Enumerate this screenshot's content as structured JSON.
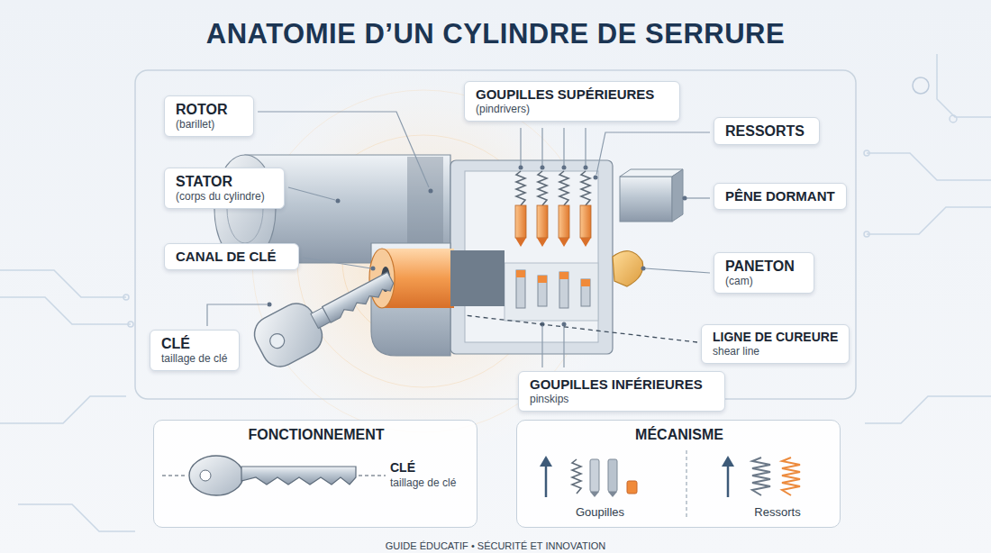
{
  "diagram": {
    "title": "ANATOMIE D’UN CYLINDRE DE SERRURE",
    "caption": "GUIDE ÉDUCATIF • SÉCURITÉ ET INNOVATION",
    "nodes": [
      {
        "text": [
          "ROTOR",
          "(barillet)"
        ]
      },
      {
        "text": [
          "STATOR",
          "(corps du cylindre)"
        ]
      },
      {
        "text": [
          "CANAL DE CLÉ"
        ]
      },
      {
        "text": [
          "CLÉ",
          "taillage de clé"
        ]
      },
      {
        "text": [
          "GOUPILLES SUPÉRIEURES",
          "(pindrivers)"
        ]
      },
      {
        "text": [
          "RESSORTS"
        ]
      },
      {
        "text": [
          "PÊNE DORMANT"
        ]
      },
      {
        "text": [
          "PANETON",
          "(cam)"
        ]
      },
      {
        "text": [
          "LIGNE DE CUREURE",
          "shear line"
        ]
      },
      {
        "text": [
          "GOUPILLES INFÉRIEURES",
          "pinskips"
        ]
      },
      {
        "text": [
          "FONCTIONNEMENT",
          "CLÉ",
          "taillage de clé"
        ]
      },
      {
        "text": [
          "MÉCANISME",
          "Goupilles",
          "Ressorts"
        ]
      }
    ]
  }
}
